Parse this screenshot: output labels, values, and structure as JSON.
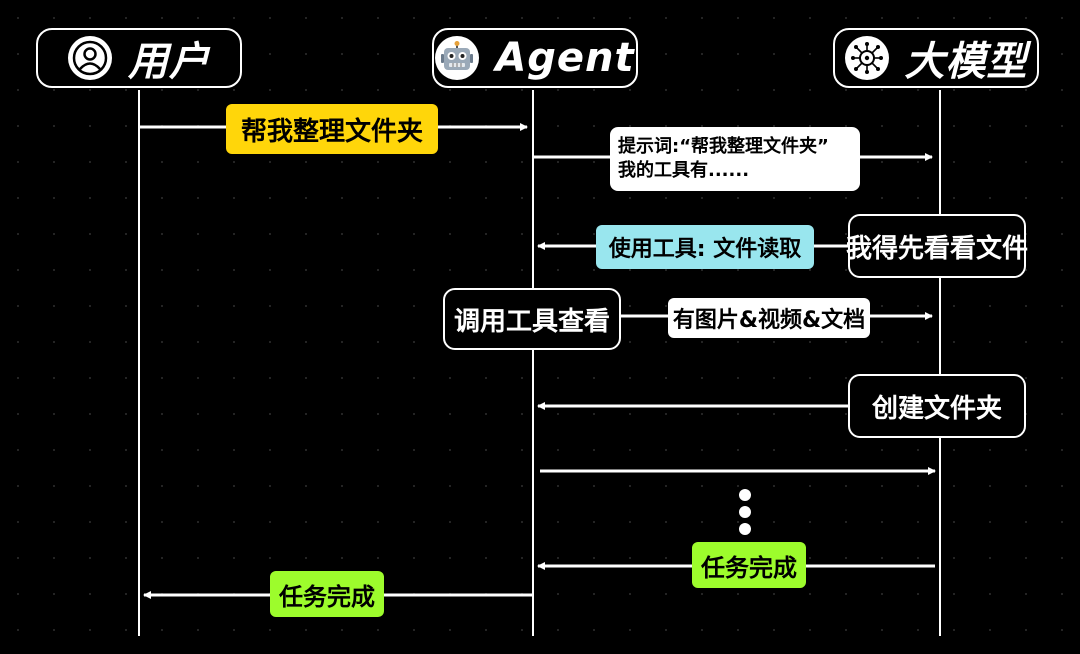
{
  "actors": [
    {
      "name": "用户",
      "icon": "user-icon"
    },
    {
      "name": "Agent",
      "icon": "robot-icon"
    },
    {
      "name": "大模型",
      "icon": "ai-brain-icon"
    }
  ],
  "messages": {
    "user_request": "帮我整理文件夹",
    "prompt_line1": "提示词:“帮我整理文件夹”",
    "prompt_line2": "我的工具有......",
    "tool_use": "使用工具: 文件读取",
    "model_think": "我得先看看文件",
    "agent_call_tool": "调用工具查看",
    "tool_result": "有图片&视频&文档",
    "model_create": "创建文件夹",
    "task_done_model": "任务完成",
    "task_done_user": "任务完成"
  },
  "colors": {
    "background": "#000000",
    "line": "#ffffff",
    "yellow": "#ffd60a",
    "cyan": "#99e6ee",
    "lime": "#9dfc2c",
    "white_label": "#ffffff"
  }
}
